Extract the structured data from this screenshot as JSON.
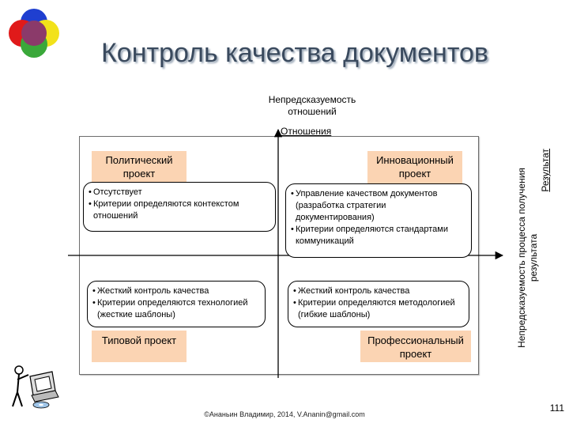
{
  "header": {
    "title": "Контроль качества документов"
  },
  "axes": {
    "y_title_line1": "Непредсказуемость",
    "y_title_line2": "отношений",
    "y_label": "Отношения",
    "x_title_line1": "Непредсказуемость процесса получения",
    "x_title_line2": "результата",
    "x_label": "Результат"
  },
  "quadrants": {
    "top_left": {
      "project": "Политический проект",
      "items": [
        "Отсутствует",
        "Критерии определяются контекстом отношений"
      ]
    },
    "top_right": {
      "project": "Инновационный проект",
      "items": [
        "Управление качеством документов (разработка стратегии документирования)",
        "Критерии определяются стандартами коммуникаций"
      ]
    },
    "bottom_left": {
      "project": "Типовой проект",
      "items": [
        "Жесткий контроль качества",
        "Критерии определяются технологией (жесткие шаблоны)"
      ]
    },
    "bottom_right": {
      "project": "Профессиональный проект",
      "items": [
        "Жесткий контроль качества",
        "Критерии определяются методологией (гибкие шаблоны)"
      ]
    }
  },
  "footer": {
    "copyright": "©Ананьин Владимир, 2014, V.Ananin@gmail.com",
    "page_number": "111"
  },
  "colors": {
    "title": "#3a4a5e",
    "project_fill": "#fbd4b3",
    "logo": [
      "#1f3fd0",
      "#e01a1a",
      "#f2e21a",
      "#3aa83a",
      "#8b3a6a"
    ]
  },
  "icons": {
    "logo": "overlapping-circles-logo",
    "clipart": "person-at-computer-clipart"
  }
}
